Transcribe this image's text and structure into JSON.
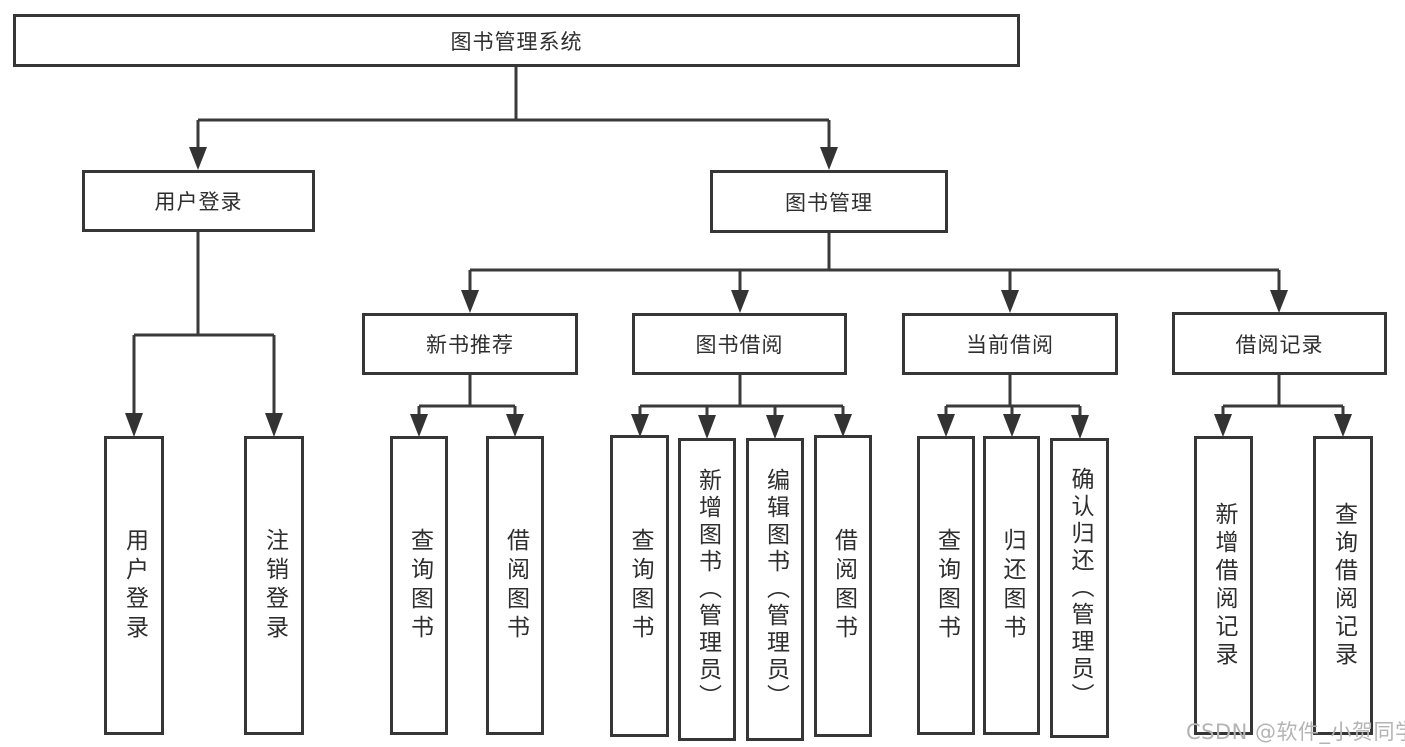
{
  "diagram_title": "图书管理系统",
  "tree": {
    "label": "图书管理系统",
    "children": [
      {
        "label": "用户登录",
        "children": [
          {
            "label": "用户登录"
          },
          {
            "label": "注销登录"
          }
        ]
      },
      {
        "label": "图书管理",
        "children": [
          {
            "label": "新书推荐",
            "children": [
              {
                "label": "查询图书"
              },
              {
                "label": "借阅图书"
              }
            ]
          },
          {
            "label": "图书借阅",
            "children": [
              {
                "label": "查询图书"
              },
              {
                "label": "新增图书（管理员）"
              },
              {
                "label": "编辑图书（管理员）"
              },
              {
                "label": "借阅图书"
              }
            ]
          },
          {
            "label": "当前借阅",
            "children": [
              {
                "label": "查询图书"
              },
              {
                "label": "归还图书"
              },
              {
                "label": "确认归还（管理员）"
              }
            ]
          },
          {
            "label": "借阅记录",
            "children": [
              {
                "label": "新增借阅记录"
              },
              {
                "label": "查询借阅记录"
              }
            ]
          }
        ]
      }
    ]
  },
  "watermark": "CSDN @软件_小贺同学",
  "colors": {
    "background": "#ffffff",
    "line": "#3a3a3a",
    "box_border": "#363636",
    "text": "#2e2e2e",
    "watermark": "#b4b4b4"
  }
}
